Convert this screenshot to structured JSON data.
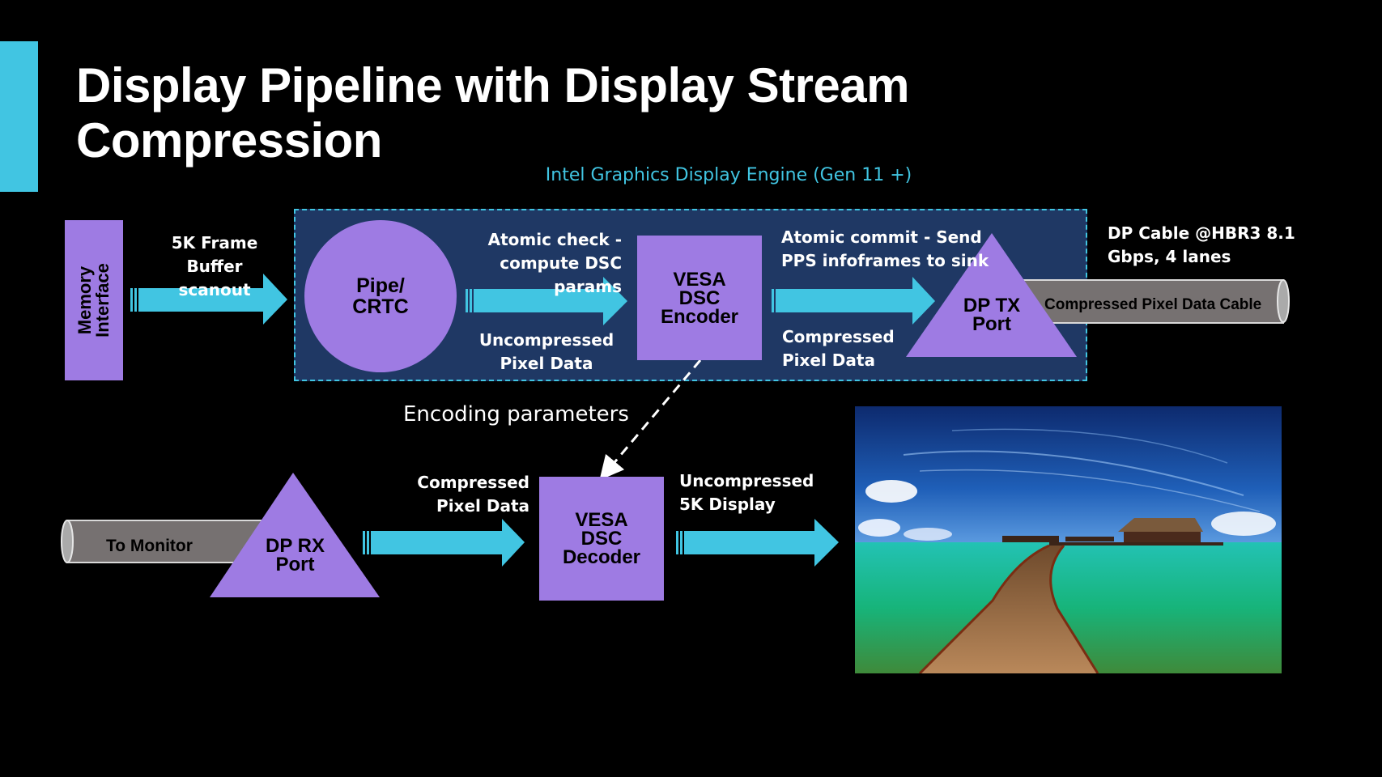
{
  "slide": {
    "title_line1": "Display Pipeline with Display Stream",
    "title_line2": "Compression",
    "engine_label": "Intel Graphics Display Engine (Gen 11 +)"
  },
  "nodes": {
    "memory_interface": {
      "line1": "Memory",
      "line2": "Interface"
    },
    "pipe_crtc": {
      "line1": "Pipe/",
      "line2": "CRTC"
    },
    "dsc_encoder": {
      "line1": "VESA",
      "line2": "DSC",
      "line3": "Encoder"
    },
    "dp_tx_port": {
      "line1": "DP TX",
      "line2": "Port"
    },
    "dp_rx_port": {
      "line1": "DP RX",
      "line2": "Port"
    },
    "dsc_decoder": {
      "line1": "VESA",
      "line2": "DSC",
      "line3": "Decoder"
    }
  },
  "cables": {
    "tx_cable": "Compressed Pixel Data Cable",
    "rx_cable": "To Monitor"
  },
  "labels": {
    "frame_buffer": {
      "line1": "5K Frame Buffer",
      "line2": "scanout"
    },
    "atomic_check": {
      "line1": "Atomic check -",
      "line2": "compute DSC params"
    },
    "uncompressed_pixel": {
      "line1": "Uncompressed",
      "line2": "Pixel Data"
    },
    "atomic_commit": {
      "line1": "Atomic commit - Send",
      "line2": "PPS infoframes to sink"
    },
    "compressed_pixel_top": {
      "line1": "Compressed",
      "line2": "Pixel Data"
    },
    "dp_cable": {
      "line1": "DP Cable @HBR3 8.1",
      "line2": "Gbps, 4 lanes"
    },
    "encoding_params": "Encoding parameters",
    "compressed_pixel_bottom": {
      "line1": "Compressed",
      "line2": "Pixel Data"
    },
    "uncompressed_display": {
      "line1": "Uncompressed",
      "line2": "5K Display"
    }
  },
  "image": {
    "description": "Tropical over-water boardwalk with bungalows"
  },
  "colors": {
    "accent": "#41c5e2",
    "node": "#9e7be3",
    "engine_bg": "#1f3864",
    "cable": "#767171",
    "background": "#000000"
  }
}
